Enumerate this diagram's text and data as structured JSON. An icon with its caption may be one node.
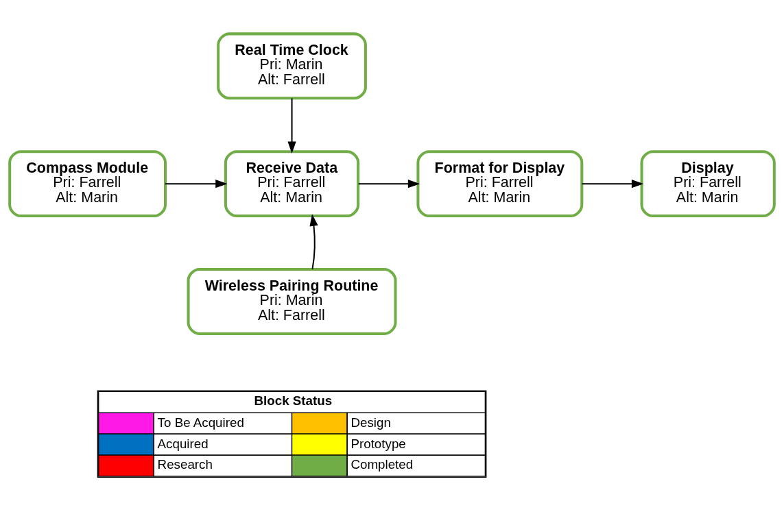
{
  "diagram": {
    "nodes": [
      {
        "text": [
          "Real Time Clock",
          "Pri: Marin",
          "Alt: Farrell"
        ]
      },
      {
        "text": [
          "Compass Module",
          "Pri: Farrell",
          "Alt: Marin"
        ]
      },
      {
        "text": [
          "Receive Data",
          "Pri: Farrell",
          "Alt: Marin"
        ]
      },
      {
        "text": [
          "Format for Display",
          "Pri: Farrell",
          "Alt: Marin"
        ]
      },
      {
        "text": [
          "Display",
          "Pri: Farrell",
          "Alt: Marin"
        ]
      },
      {
        "text": [
          "Wireless Pairing Routine",
          "Pri: Marin",
          "Alt: Farrell"
        ]
      }
    ],
    "edges": [
      {
        "from": 0,
        "to": 2,
        "arrow": "to"
      },
      {
        "from": 1,
        "to": 2,
        "arrow": "to"
      },
      {
        "from": 5,
        "to": 2,
        "arrow": "to"
      },
      {
        "from": 2,
        "to": 3,
        "arrow": "to"
      },
      {
        "from": 3,
        "to": 4,
        "arrow": "to"
      }
    ],
    "labels": [
      "Block Status"
    ],
    "legend": [
      {
        "text": "To Be Acquired",
        "color": "#ff19e6"
      },
      {
        "text": "Design",
        "color": "#ffc000"
      },
      {
        "text": "Acquired",
        "color": "#0070c0"
      },
      {
        "text": "Prototype",
        "color": "#ffff00"
      },
      {
        "text": "Research",
        "color": "#ff0000"
      },
      {
        "text": "Completed",
        "color": "#70ad47"
      }
    ]
  }
}
